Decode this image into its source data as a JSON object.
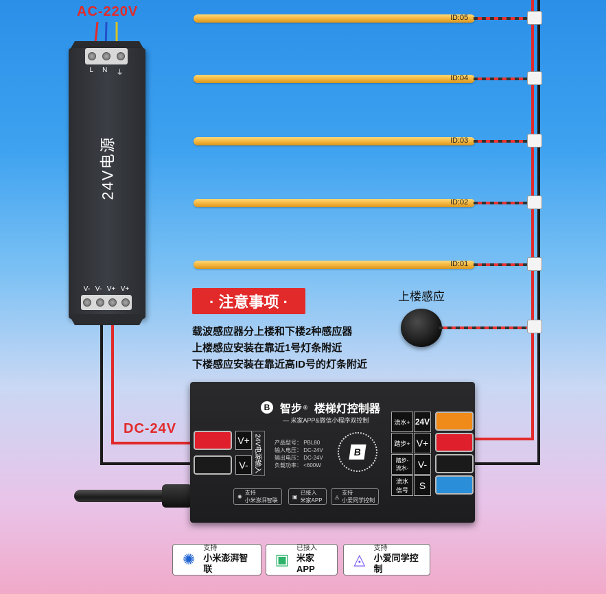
{
  "power_supply": {
    "ac_label": "AC-220V",
    "body_label": "24V电源",
    "input_terminals": [
      "L",
      "N",
      "⏚"
    ],
    "output_terminals": [
      "V-",
      "V-",
      "V+",
      "V+"
    ]
  },
  "strips": [
    {
      "id": "ID:05"
    },
    {
      "id": "ID:04"
    },
    {
      "id": "ID:03"
    },
    {
      "id": "ID:02"
    },
    {
      "id": "ID:01"
    }
  ],
  "notice": {
    "title": "· 注意事项 ·",
    "lines": [
      "载波感应器分上楼和下楼2种感应器",
      "上楼感应安装在靠近1号灯条附近",
      "下楼感应安装在靠近高ID号的灯条附近"
    ]
  },
  "sensor": {
    "label": "上楼感应"
  },
  "dc_label": "DC-24V",
  "controller": {
    "brand": "智步",
    "reg": "®",
    "title": "楼梯灯控制器",
    "subtitle": "— 米家APP&微信小程序双控制",
    "input_side_label": "24V电源输入",
    "left_terminals": [
      "V+",
      "V-"
    ],
    "specs": [
      "产品型号：  PBL80",
      "输入电压：  DC-24V",
      "输出电压：  DC-24V",
      "负载功率：  <600W"
    ],
    "right_labels": [
      "流水+",
      "踏步+",
      "踏步-\n流水-",
      "流水\n信号"
    ],
    "right_symbols": [
      "24V",
      "V+",
      "V-",
      "S"
    ],
    "inner_badges": [
      {
        "small": "支持",
        "big": "小米澎湃智联"
      },
      {
        "small": "已接入",
        "big": "米家APP"
      },
      {
        "small": "支持",
        "big": "小爱同学控制"
      }
    ]
  },
  "bottom_badges": [
    {
      "small": "支持",
      "big": "小米澎湃智联",
      "icon": "xiaomi-hyperconnect-icon"
    },
    {
      "small": "已接入",
      "big": "米家APP",
      "icon": "mijia-app-icon"
    },
    {
      "small": "支持",
      "big": "小爱同学控制",
      "icon": "xiaoai-icon"
    }
  ],
  "colors": {
    "accent_red": "#e22a2a",
    "terminal_orange": "#f08a18",
    "terminal_red": "#e01f2d",
    "terminal_black": "#1a1a1a",
    "terminal_blue": "#2a8fd8"
  }
}
